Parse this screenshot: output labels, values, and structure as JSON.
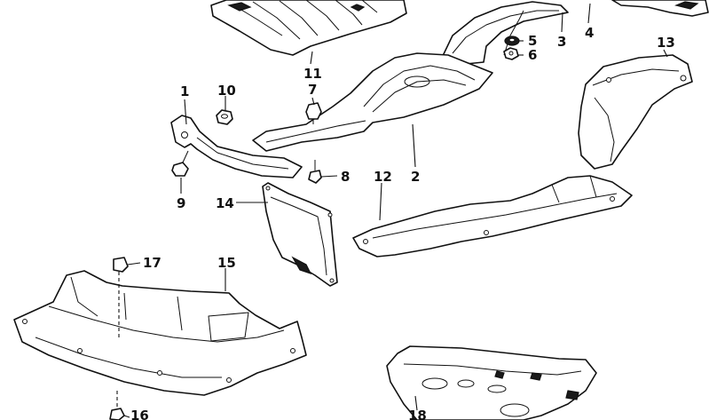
{
  "colors": {
    "line": "#111111",
    "background": "#ffffff"
  },
  "callouts": {
    "c1": "1",
    "c2": "2",
    "c3": "3",
    "c4": "4",
    "c5": "5",
    "c6": "6",
    "c7": "7",
    "c8": "8",
    "c9": "9",
    "c10": "10",
    "c11": "11",
    "c12": "12",
    "c13": "13",
    "c14": "14",
    "c15": "15",
    "c16": "16",
    "c17": "17",
    "c18": "18"
  }
}
